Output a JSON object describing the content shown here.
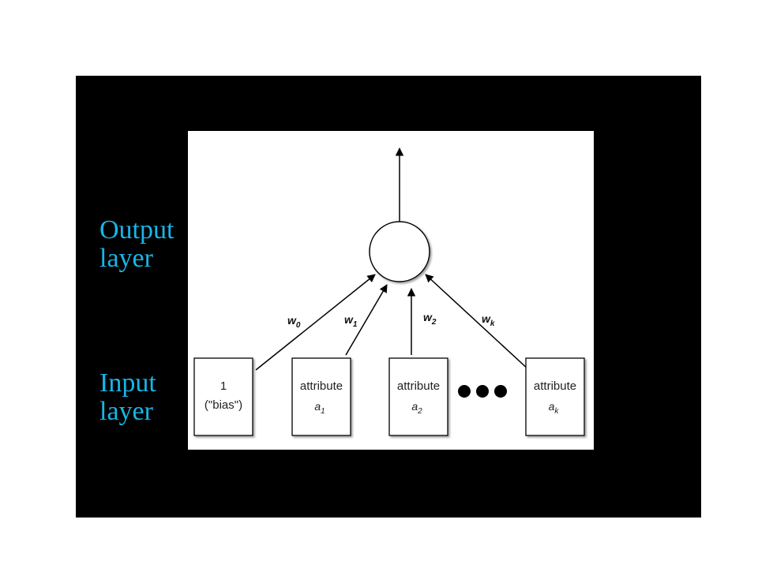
{
  "labels": {
    "output_layer": "Output\nlayer",
    "input_layer": "Input\nlayer"
  },
  "inputs": [
    {
      "line1": "1",
      "line2": "(\"bias\")"
    },
    {
      "line1": "attribute",
      "var": "a",
      "sub": "1"
    },
    {
      "line1": "attribute",
      "var": "a",
      "sub": "2"
    },
    {
      "line1": "attribute",
      "var": "a",
      "sub": "k"
    }
  ],
  "weights": [
    {
      "var": "w",
      "sub": "0"
    },
    {
      "var": "w",
      "sub": "1"
    },
    {
      "var": "w",
      "sub": "2"
    },
    {
      "var": "w",
      "sub": "k"
    }
  ],
  "colors": {
    "label_color": "#17b6e8",
    "background": "#000000",
    "panel": "#ffffff"
  }
}
